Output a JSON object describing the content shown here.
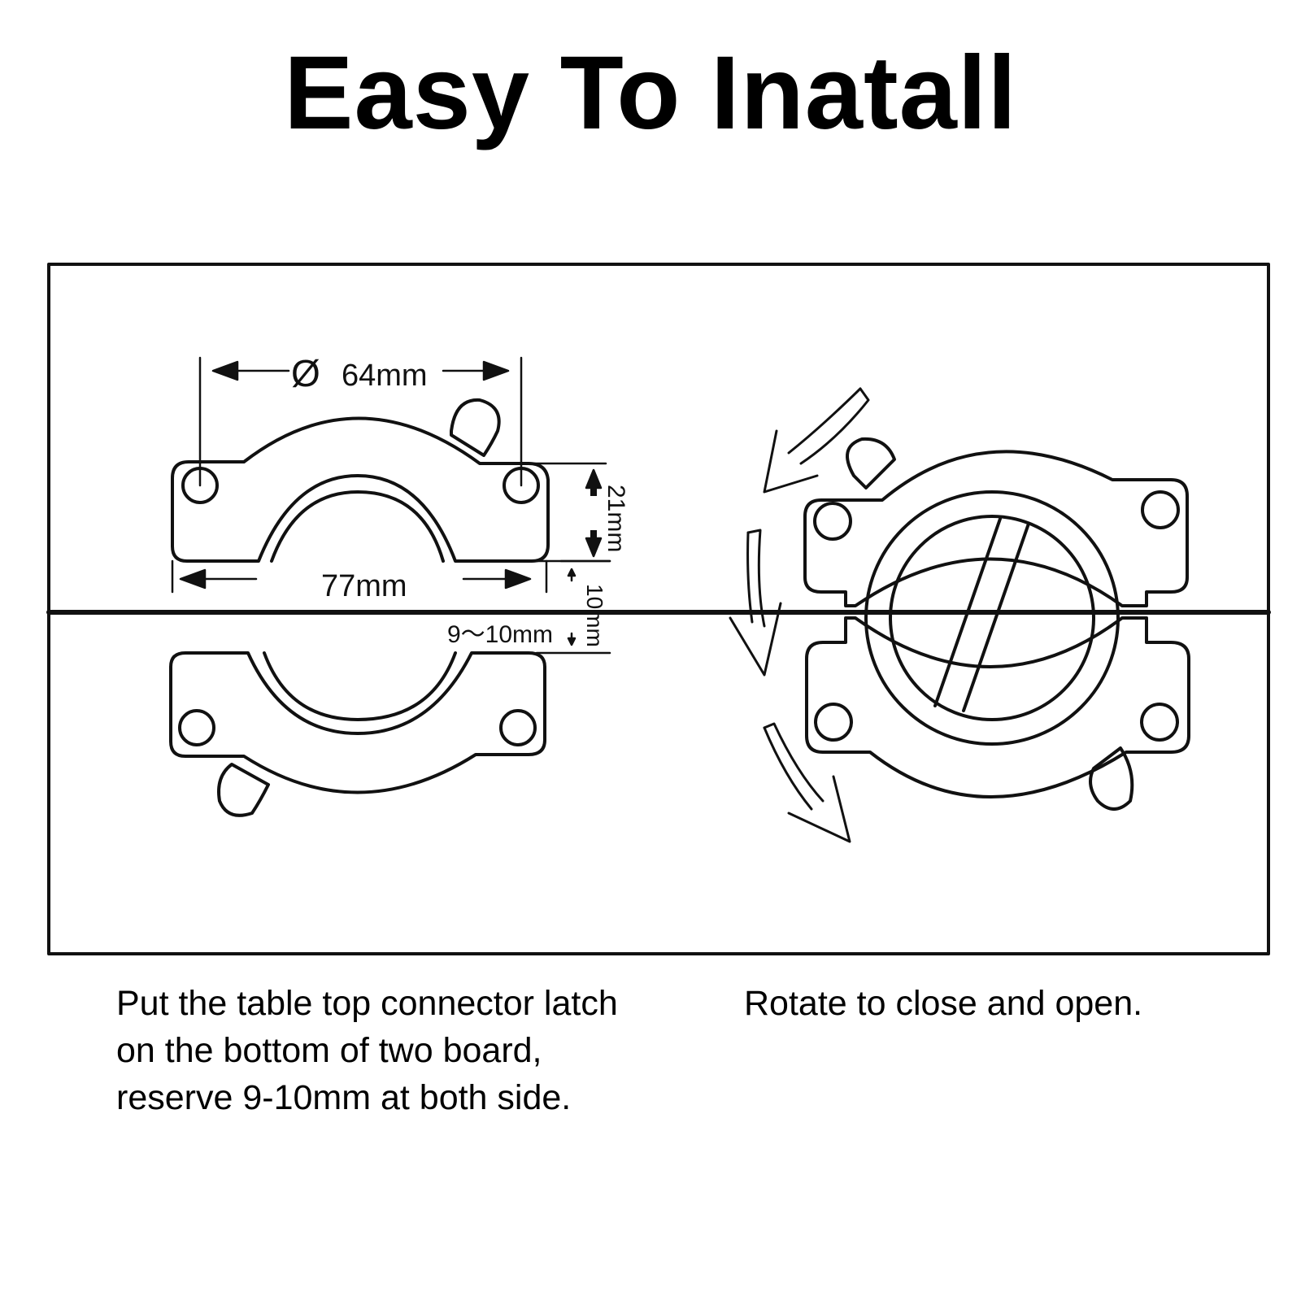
{
  "title": "Easy To Inatall",
  "diagram": {
    "dim_diameter": "64mm",
    "dim_diameter_symbol": "Ø",
    "dim_width": "77mm",
    "dim_height": "21mm",
    "dim_gap": "10mm",
    "dim_reserve": "9～10mm"
  },
  "captions": {
    "left": "Put the table top connector latch on the bottom of two board, reserve 9-10mm at both side.",
    "right": "Rotate to close and open."
  }
}
